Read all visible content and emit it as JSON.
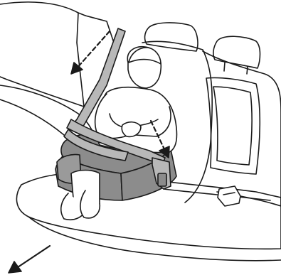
{
  "figure": {
    "subject": "child-seated-on-booster-cushion-in-rear-seat",
    "colors": {
      "line": "#1a1a1a",
      "belt": "#b8b8b8",
      "cushion": "#8c8c8c",
      "skin": "#ffffff",
      "seat": "#ffffff"
    },
    "arrows": [
      {
        "name": "shoulder-belt-guide-arrow",
        "direction": "down-left"
      },
      {
        "name": "buckle-arrow",
        "direction": "down-right"
      },
      {
        "name": "vehicle-front-arrow",
        "direction": "down-left"
      }
    ]
  }
}
